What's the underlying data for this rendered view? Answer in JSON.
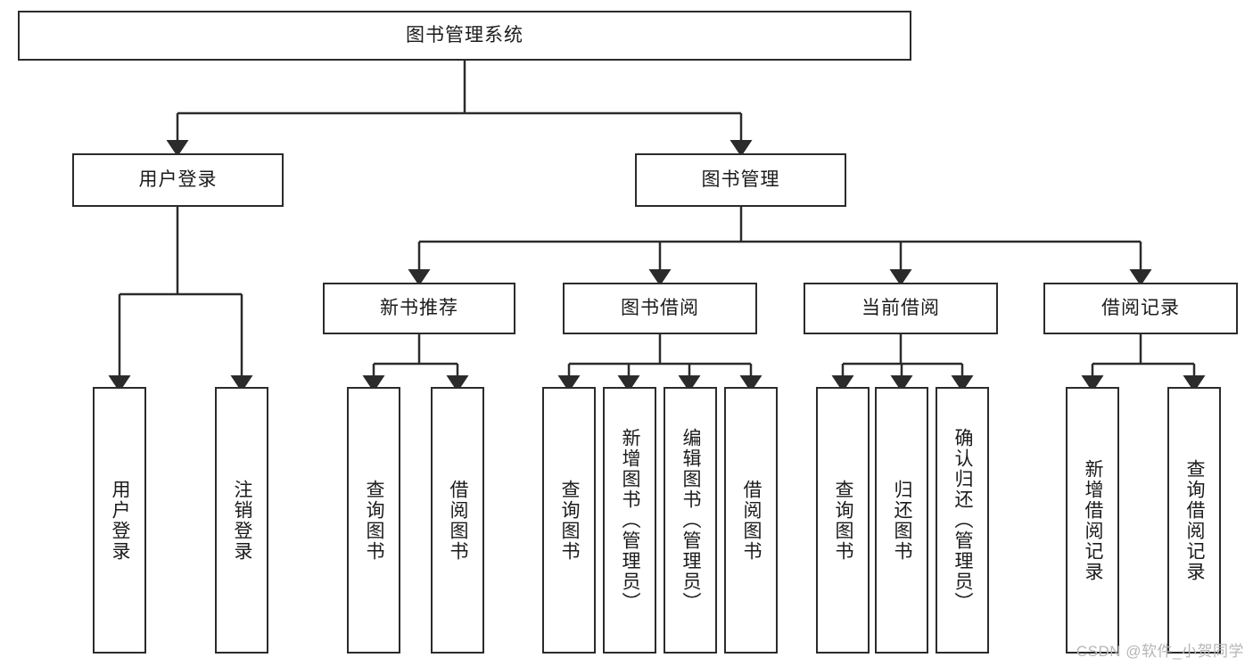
{
  "diagram": {
    "title": "图书管理系统",
    "type": "tree",
    "watermark": "CSDN @软件_小贺同学",
    "root": {
      "id": "root",
      "label": "图书管理系统"
    },
    "level1": [
      {
        "id": "user-login",
        "label": "用户登录"
      },
      {
        "id": "book-manage",
        "label": "图书管理"
      }
    ],
    "level2": [
      {
        "id": "new-book-recommend",
        "label": "新书推荐",
        "parent": "book-manage"
      },
      {
        "id": "book-borrow",
        "label": "图书借阅",
        "parent": "book-manage"
      },
      {
        "id": "current-borrow",
        "label": "当前借阅",
        "parent": "book-manage"
      },
      {
        "id": "borrow-record",
        "label": "借阅记录",
        "parent": "book-manage"
      }
    ],
    "leaves": [
      {
        "id": "leaf-user-login",
        "label": "用户登录",
        "parent": "user-login"
      },
      {
        "id": "leaf-user-logout",
        "label": "注销登录",
        "parent": "user-login"
      },
      {
        "id": "leaf-query-book-1",
        "label": "查询图书",
        "parent": "new-book-recommend"
      },
      {
        "id": "leaf-borrow-book-1",
        "label": "借阅图书",
        "parent": "new-book-recommend"
      },
      {
        "id": "leaf-query-book-2",
        "label": "查询图书",
        "parent": "book-borrow"
      },
      {
        "id": "leaf-add-book",
        "label": "新增图书（管理员）",
        "parent": "book-borrow"
      },
      {
        "id": "leaf-edit-book",
        "label": "编辑图书（管理员）",
        "parent": "book-borrow"
      },
      {
        "id": "leaf-borrow-book-2",
        "label": "借阅图书",
        "parent": "book-borrow"
      },
      {
        "id": "leaf-query-book-3",
        "label": "查询图书",
        "parent": "current-borrow"
      },
      {
        "id": "leaf-return-book",
        "label": "归还图书",
        "parent": "current-borrow"
      },
      {
        "id": "leaf-confirm-return",
        "label": "确认归还（管理员）",
        "parent": "current-borrow"
      },
      {
        "id": "leaf-add-record",
        "label": "新增借阅记录",
        "parent": "borrow-record"
      },
      {
        "id": "leaf-query-record",
        "label": "查询借阅记录",
        "parent": "borrow-record"
      }
    ],
    "colors": {
      "stroke": "#2b2b2b",
      "fill": "#ffffff",
      "text": "#1b1b1b",
      "watermark": "#b6b6b6"
    }
  }
}
